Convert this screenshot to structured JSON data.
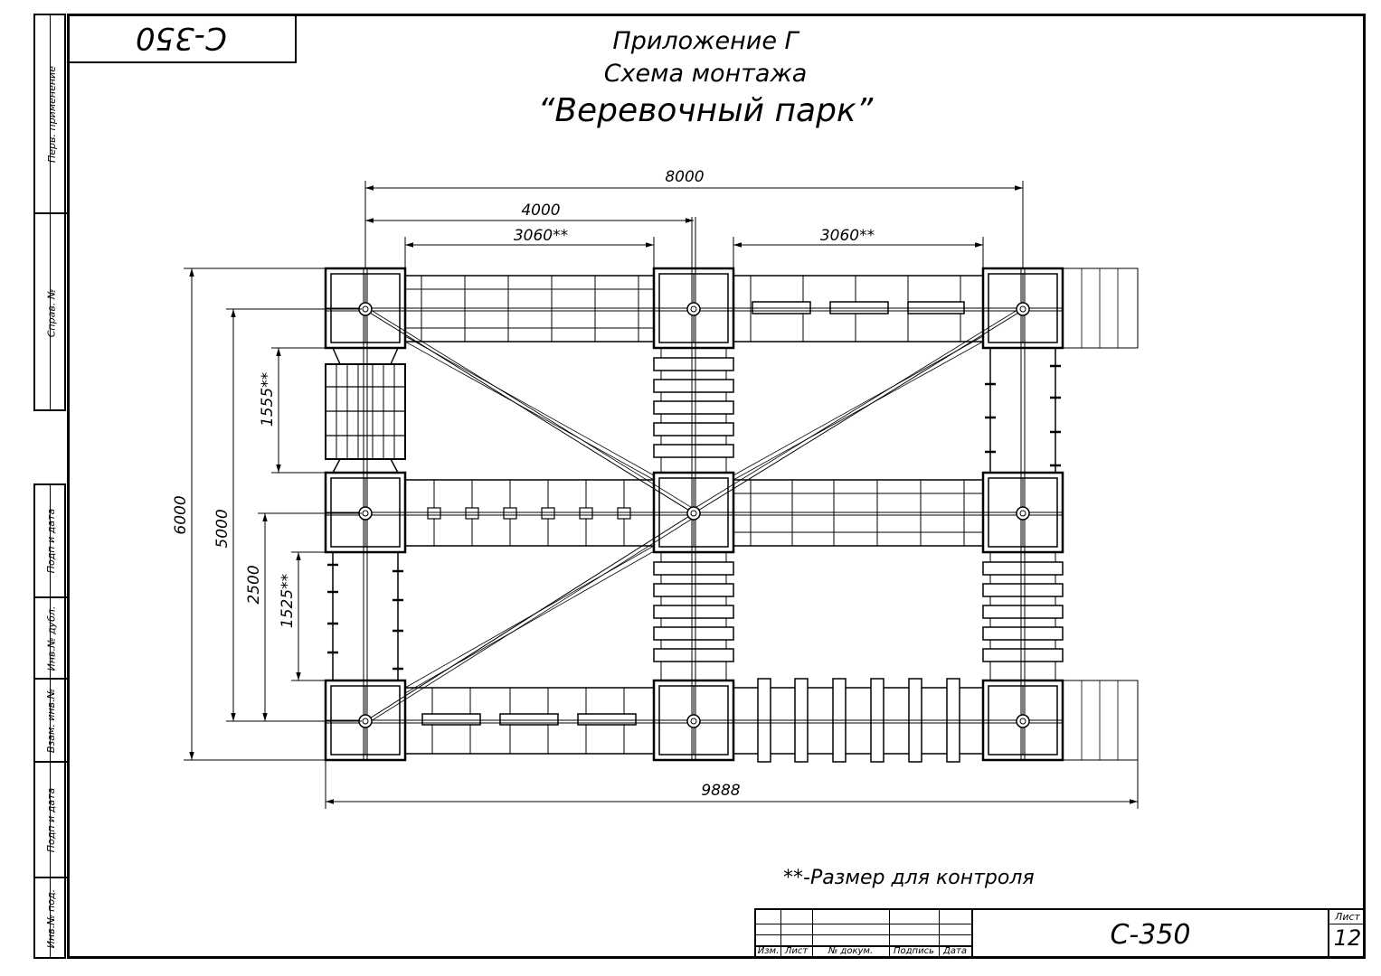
{
  "stamp": {
    "code_rotated": "C-350"
  },
  "title": {
    "line1": "Приложение Г",
    "line2": "Схема монтажа",
    "line3": "“Веревочный парк”"
  },
  "side_labels": {
    "perv": "Перв. применение",
    "sprav": "Справ. №",
    "podp1": "Подп и дата",
    "inv_dubl": "Инв.№ дубл.",
    "vzam": "Взам. инв.№",
    "podp2": "Подп и дата",
    "inv_pod": "Инв.№ под."
  },
  "dimensions": {
    "d8000": "8000",
    "d4000": "4000",
    "d3060a": "3060**",
    "d3060b": "3060**",
    "d6000": "6000",
    "d5000": "5000",
    "d2500": "2500",
    "d1555": "1555**",
    "d1525": "1525**",
    "d9888": "9888"
  },
  "note": "**-Размер для контроля",
  "title_block": {
    "headers": [
      "Изм.",
      "Лист",
      "№ докум.",
      "Подпись",
      "Дата"
    ],
    "designation": "С-350",
    "sheet_label": "Лист",
    "sheet_number": "12"
  }
}
